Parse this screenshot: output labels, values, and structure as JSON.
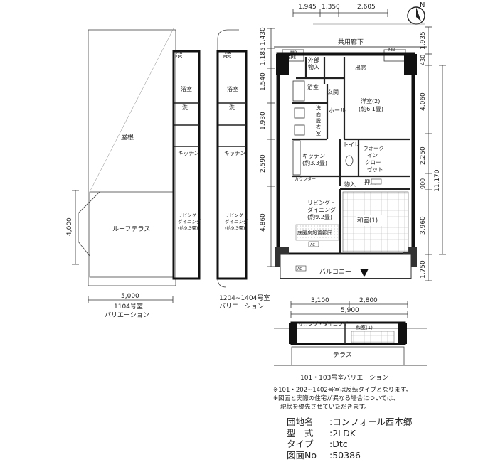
{
  "compass": {
    "north_label": "N"
  },
  "dims": {
    "top": [
      "1,945",
      "1,350",
      "2,605"
    ],
    "left_main": [
      "1,430",
      "1,185",
      "1,540",
      "1,930",
      "2,590",
      "4,860"
    ],
    "right_main": [
      "1,935",
      "430",
      "4,060",
      "2,250",
      "900",
      "11,170",
      "3,960",
      "1,750"
    ],
    "bottom_main": [
      "3,100",
      "2,800",
      "5,900"
    ],
    "var1104_width": "5,000",
    "var1104_height": "4,000"
  },
  "labels": {
    "common_corridor": "共用廊下",
    "mb_eps": [
      "MB",
      "EPS"
    ],
    "mb": "MB",
    "outdoor_storage": [
      "外部",
      "物入"
    ],
    "storage_top": "出窓",
    "entrance": "玄関",
    "hall": "ホール",
    "western_room": [
      "洋室(2)",
      "(約6.1畳)"
    ],
    "bathroom": "浴室",
    "washroom": [
      "洗",
      "面",
      "脱",
      "衣",
      "室"
    ],
    "toilet": "トイレ",
    "walk_in_closet": [
      "ウォーク",
      "イン",
      "クロー",
      "ゼット"
    ],
    "kitchen": [
      "キッチン",
      "(約3.3畳)"
    ],
    "counter": "カウンター",
    "storage": "物入",
    "oshiire": "押入",
    "living_dining": [
      "リビング・",
      "ダイニング",
      "(約9.2畳)"
    ],
    "floor_heating": "床暖房設置範囲",
    "japanese_room": "和室(1)",
    "balcony": "バルコニー",
    "ac": "AC"
  },
  "variations": {
    "v1104": {
      "roof": "屋根",
      "roof_terrace": "ルーフテラス",
      "bath": "浴室",
      "wash": "洗",
      "kitchen": "キッチン",
      "ld": [
        "リビング・",
        "ダイニング",
        "(約9.3畳)"
      ],
      "caption": [
        "1104号室",
        "バリエーション"
      ]
    },
    "v1204": {
      "bath": "浴室",
      "wash": "洗",
      "kitchen": "キッチン",
      "ld": [
        "リビング・",
        "ダイニング",
        "(約9.3畳)"
      ],
      "caption": [
        "1204~1404号室",
        "バリエーション"
      ]
    },
    "v101": {
      "ld": "リビング・ダイニング",
      "japanese": "和室(1)",
      "terrace": "テラス",
      "caption": "101・103号室バリエーション"
    }
  },
  "notes": [
    "※101・202~1402号室は反転タイプとなります。",
    "※図面と実際の住宅が異なる場合については、",
    "現状を優先させていただきます。"
  ],
  "info": {
    "rows": [
      {
        "k": "団地名",
        "v": ":コンフォール西本郷"
      },
      {
        "k": "型　式",
        "v": ":2LDK"
      },
      {
        "k": "タイプ",
        "v": ":Dtc"
      },
      {
        "k": "図面No",
        "v": ":50386"
      }
    ]
  }
}
